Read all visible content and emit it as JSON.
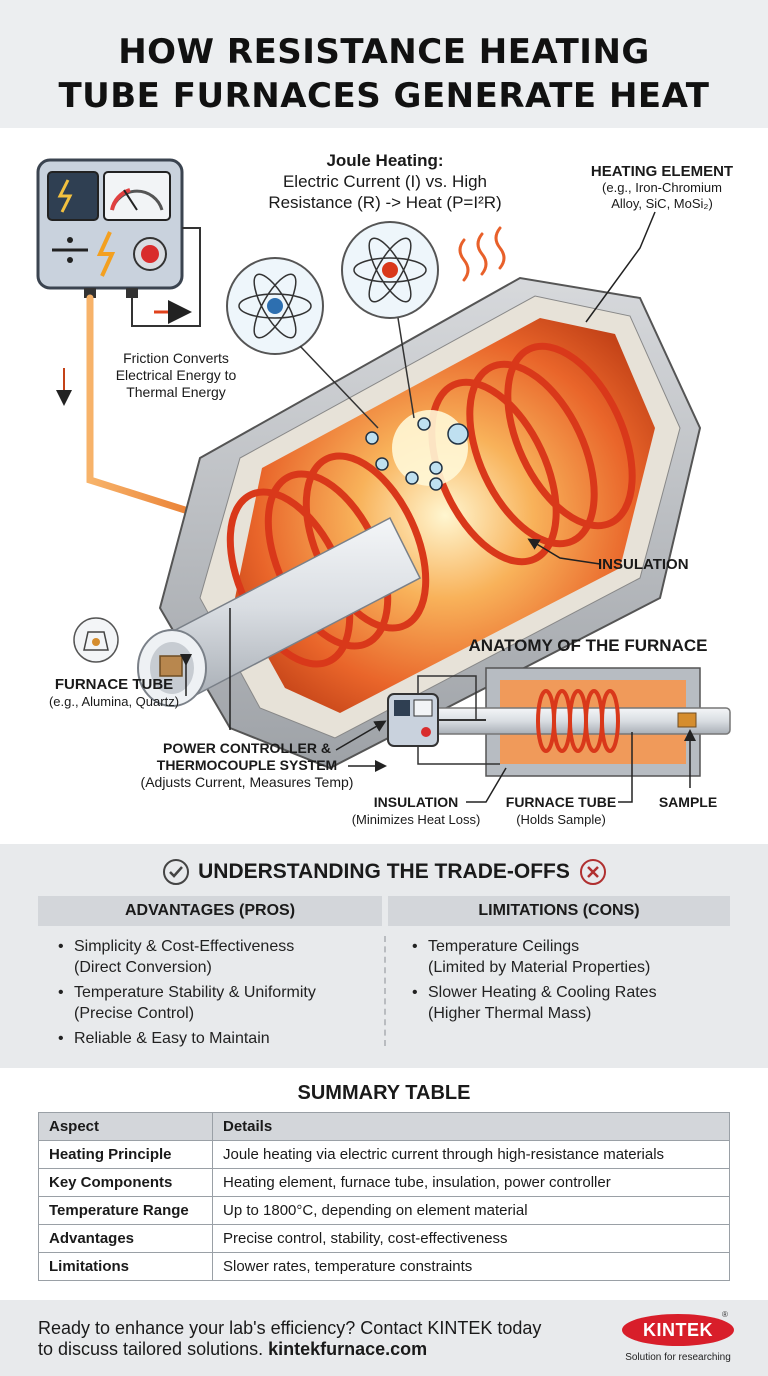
{
  "header": {
    "title_line1": "HOW RESISTANCE HEATING",
    "title_line2": "TUBE FURNACES GENERATE HEAT"
  },
  "diagram": {
    "joule": {
      "title": "Joule Heating:",
      "line1": "Electric Current (I) vs. High",
      "line2": "Resistance (R) -> Heat (P=I²R)"
    },
    "heating_element": {
      "title": "HEATING ELEMENT",
      "line1": "(e.g., Iron-Chromium",
      "line2": "Alloy, SiC, MoSi₂)"
    },
    "friction": {
      "line1": "Friction Converts",
      "line2": "Electrical Energy to",
      "line3": "Thermal Energy"
    },
    "insulation_label": "INSULATION",
    "anatomy_title": "ANATOMY OF THE FURNACE",
    "furnace_tube": {
      "title": "FURNACE TUBE",
      "sub": "(e.g., Alumina, Quartz)"
    },
    "power_controller": {
      "line1": "POWER CONTROLLER &",
      "line2": "THERMOCOUPLE SYSTEM",
      "sub": "(Adjusts Current, Measures Temp)"
    },
    "anatomy": {
      "insulation_title": "INSULATION",
      "insulation_sub": "(Minimizes Heat Loss)",
      "tube_title": "FURNACE TUBE",
      "tube_sub": "(Holds Sample)",
      "sample": "SAMPLE"
    }
  },
  "tradeoffs": {
    "title": "UNDERSTANDING THE TRADE-OFFS",
    "advantages_header": "ADVANTAGES (PROS)",
    "limitations_header": "LIMITATIONS (CONS)",
    "advantages": [
      {
        "line1": "Simplicity & Cost-Effectiveness",
        "line2": "(Direct Conversion)"
      },
      {
        "line1": "Temperature Stability & Uniformity",
        "line2": "(Precise Control)"
      },
      {
        "line1": "Reliable & Easy to Maintain",
        "line2": ""
      }
    ],
    "limitations": [
      {
        "line1": "Temperature Ceilings",
        "line2": "(Limited by Material Properties)"
      },
      {
        "line1": "Slower Heating & Cooling Rates",
        "line2": "(Higher Thermal Mass)"
      }
    ]
  },
  "summary": {
    "title": "SUMMARY TABLE",
    "headers": [
      "Aspect",
      "Details"
    ],
    "rows": [
      {
        "aspect": "Heating Principle",
        "details": "Joule heating via electric current through high-resistance materials"
      },
      {
        "aspect": "Key Components",
        "details": "Heating element, furnace tube, insulation, power controller"
      },
      {
        "aspect": "Temperature Range",
        "details": "Up to 1800°C, depending on element material"
      },
      {
        "aspect": "Advantages",
        "details": "Precise control, stability, cost-effectiveness"
      },
      {
        "aspect": "Limitations",
        "details": "Slower rates, temperature constraints"
      }
    ]
  },
  "footer": {
    "line1": "Ready to enhance your lab's efficiency? Contact KINTEK today",
    "line2_prefix": "to discuss tailored solutions. ",
    "line2_link": "kintekfurnace.com",
    "logo": "KINTEK",
    "logo_reg": "®",
    "logo_sub": "Solution for researching"
  },
  "colors": {
    "accent_red": "#d81e2a",
    "coil": "#e0421c",
    "glow": "#f4a34a",
    "panel_gray": "#e8eaec"
  }
}
